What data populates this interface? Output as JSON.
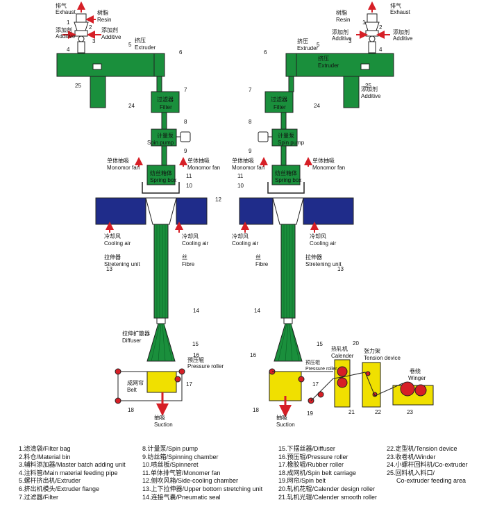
{
  "labels": {
    "exhaust": [
      "排气",
      "Exhaust"
    ],
    "resin": [
      "树脂",
      "Resin"
    ],
    "additive": [
      "添加剂",
      "Additive"
    ],
    "extruder": [
      "挤压",
      "Extruder"
    ],
    "extruder_block": [
      "挤压",
      "Extruder"
    ],
    "filter_box": [
      "过滤器",
      "Filter"
    ],
    "spin_pump_box": [
      "计量泵",
      "Spin pump"
    ],
    "spring_box": [
      "纺丝箱体",
      "Spring box"
    ],
    "monomer_fan": [
      "单体抽吸",
      "Monomor fan"
    ],
    "cooling_air": [
      "冷却风",
      "Cooling air"
    ],
    "stretening": [
      "拉伸器",
      "Stretening unit"
    ],
    "fibre": [
      "丝",
      "Fibre"
    ],
    "diffuser": [
      "拉伸扩散器",
      "Diffuser"
    ],
    "pressure_roller": [
      "预压辊",
      "Pressure roller"
    ],
    "belt": [
      "成网帘",
      "Belt"
    ],
    "suction": [
      "抽吸",
      "Suction"
    ],
    "calender": [
      "热轧机",
      "Calender"
    ],
    "tension": [
      "张力架",
      "Tension device"
    ],
    "winder": [
      "卷绕",
      "Winger"
    ]
  },
  "legend": {
    "col1": [
      "1.滤清袋/Filter bag",
      "2.料仓/Material bin",
      "3.辅料添加器/Master batch adding unit",
      "4.注料管/Main material feeding pipe",
      "5.螺杆挤出机/Extruder",
      "6.挤出机模头/Extruder flange",
      "7.过滤器/Filter"
    ],
    "col2": [
      "8.计量泵/Spin pump",
      "9.纺丝箱/Spinning chamber",
      "10.喷丝板/Spinneret",
      "11.单体排气管/Monomer fan",
      "12.侧吹风箱/Side-cooling chamber",
      "13.上下拉伸器/Upper bottom stretching unit",
      "14.连接气囊/Pneumatic seal"
    ],
    "col3": [
      "15.下摆丝器/Diffuser",
      "16.预压辊/Pressure roller",
      "17.橡胶辊/Rubber roller",
      "18.成网机/Spin belt carriage",
      "19.网帘/Spin belt",
      "20.轧机花辊/Calender design roller",
      "21.轧机光辊/Calender smooth roller"
    ],
    "col4": [
      "22.定型机/Tension device",
      "23.收卷机/Winder",
      "24.小螺杆回料机/Co-extruder",
      "25.回料机入料口/",
      "Co-extruder feeding area"
    ]
  },
  "colors": {
    "green": "#1a8f3c",
    "blue": "#1f2c8a",
    "yellow": "#f0e000",
    "red": "#d61f26",
    "line": "#222222"
  }
}
